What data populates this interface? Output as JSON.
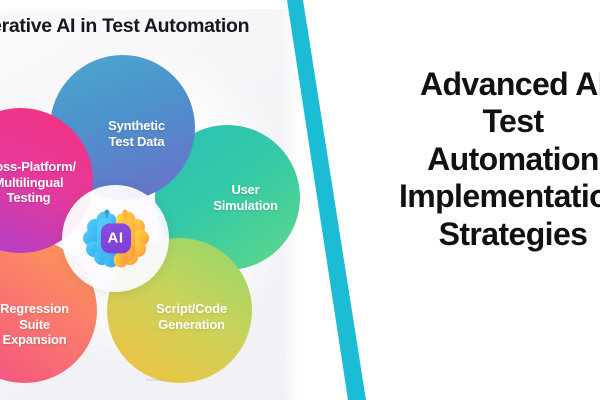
{
  "infographic": {
    "heading": "Generative AI in Test Automation",
    "center": {
      "icon": "ai-brain-icon",
      "badge_label": "AI"
    },
    "petals": [
      {
        "id": "synthetic",
        "label": "Synthetic\nTest Data",
        "color": "#4b93cc"
      },
      {
        "id": "user",
        "label": "User\nSimulation",
        "color": "#34c9a8"
      },
      {
        "id": "script",
        "label": "Script/Code\nGeneration",
        "color": "#c9d35a"
      },
      {
        "id": "regression",
        "label": "Regression\nSuite\nExpansion",
        "color": "#fa7d6b"
      },
      {
        "id": "platform",
        "label": "Cross-Platform/\nMultilingual\nTesting",
        "color": "#e63a9a"
      }
    ]
  },
  "accent": {
    "stripe_color": "#1bbcd4"
  },
  "hero": {
    "title_lines": [
      "Advanced AI",
      "Test",
      "Automation",
      "Implementation",
      "Strategies"
    ]
  }
}
